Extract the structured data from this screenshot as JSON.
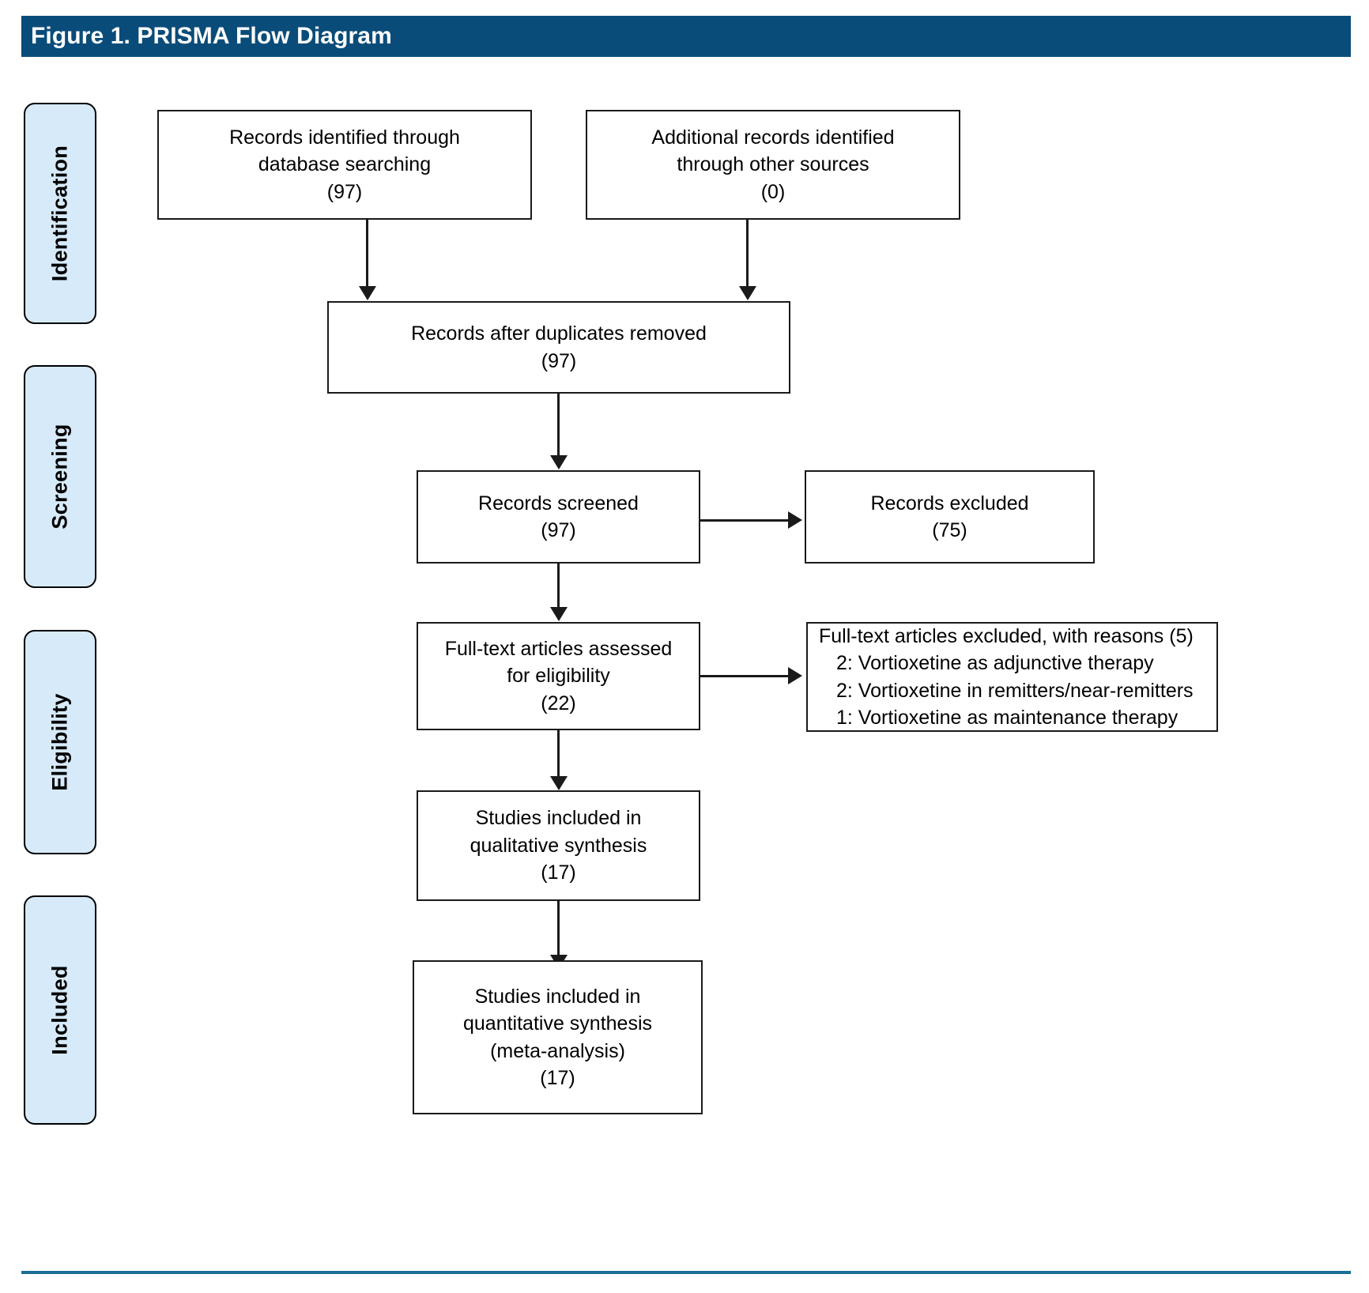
{
  "figure": {
    "header_title": "Figure 1. PRISMA Flow Diagram",
    "header_color": "#0a4c79",
    "footer_rule_color": "#1a6e96",
    "stage_fill_color": "#d7eafa",
    "box_border_color": "#1a1a1a"
  },
  "stages": [
    {
      "label": "Identification"
    },
    {
      "label": "Screening"
    },
    {
      "label": "Eligibility"
    },
    {
      "label": "Included"
    }
  ],
  "boxes": {
    "database_records": {
      "line1": "Records identified through",
      "line2": "database searching",
      "count": "(97)"
    },
    "other_records": {
      "line1": "Additional records identified",
      "line2": "through other sources",
      "count": "(0)"
    },
    "after_duplicates": {
      "line1": "Records after duplicates removed",
      "count": "(97)"
    },
    "records_screened": {
      "line1": "Records screened",
      "count": "(97)"
    },
    "records_excluded": {
      "line1": "Records excluded",
      "count": "(75)"
    },
    "fulltext_assessed": {
      "line1": "Full-text articles assessed",
      "line2": "for eligibility",
      "count": "(22)"
    },
    "fulltext_excluded": {
      "line1": "Full-text articles excluded, with reasons (5)",
      "reason1": "2: Vortioxetine as adjunctive therapy",
      "reason2": "2: Vortioxetine in remitters/near-remitters",
      "reason3": "1: Vortioxetine as maintenance therapy"
    },
    "qualitative": {
      "line1": "Studies included in",
      "line2": "qualitative synthesis",
      "count": "(17)"
    },
    "quantitative": {
      "line1": "Studies included in",
      "line2": "quantitative synthesis",
      "line3": "(meta-analysis)",
      "count": "(17)"
    }
  },
  "chart_data": {
    "type": "diagram",
    "title": "Figure 1. PRISMA Flow Diagram",
    "nodes": [
      {
        "id": "database_records",
        "stage": "Identification",
        "label": "Records identified through database searching",
        "value": 97
      },
      {
        "id": "other_records",
        "stage": "Identification",
        "label": "Additional records identified through other sources",
        "value": 0
      },
      {
        "id": "after_duplicates",
        "stage": "Screening",
        "label": "Records after duplicates removed",
        "value": 97
      },
      {
        "id": "records_screened",
        "stage": "Screening",
        "label": "Records screened",
        "value": 97
      },
      {
        "id": "records_excluded",
        "stage": "Screening",
        "label": "Records excluded",
        "value": 75
      },
      {
        "id": "fulltext_assessed",
        "stage": "Eligibility",
        "label": "Full-text articles assessed for eligibility",
        "value": 22
      },
      {
        "id": "fulltext_excluded",
        "stage": "Eligibility",
        "label": "Full-text articles excluded, with reasons",
        "value": 5,
        "reasons": [
          {
            "count": 2,
            "reason": "Vortioxetine as adjunctive therapy"
          },
          {
            "count": 2,
            "reason": "Vortioxetine in remitters/near-remitters"
          },
          {
            "count": 1,
            "reason": "Vortioxetine as maintenance therapy"
          }
        ]
      },
      {
        "id": "qualitative",
        "stage": "Included",
        "label": "Studies included in qualitative synthesis",
        "value": 17
      },
      {
        "id": "quantitative",
        "stage": "Included",
        "label": "Studies included in quantitative synthesis (meta-analysis)",
        "value": 17
      }
    ],
    "edges": [
      {
        "from": "database_records",
        "to": "after_duplicates"
      },
      {
        "from": "other_records",
        "to": "after_duplicates"
      },
      {
        "from": "after_duplicates",
        "to": "records_screened"
      },
      {
        "from": "records_screened",
        "to": "records_excluded"
      },
      {
        "from": "records_screened",
        "to": "fulltext_assessed"
      },
      {
        "from": "fulltext_assessed",
        "to": "fulltext_excluded"
      },
      {
        "from": "fulltext_assessed",
        "to": "qualitative"
      },
      {
        "from": "qualitative",
        "to": "quantitative"
      }
    ]
  }
}
